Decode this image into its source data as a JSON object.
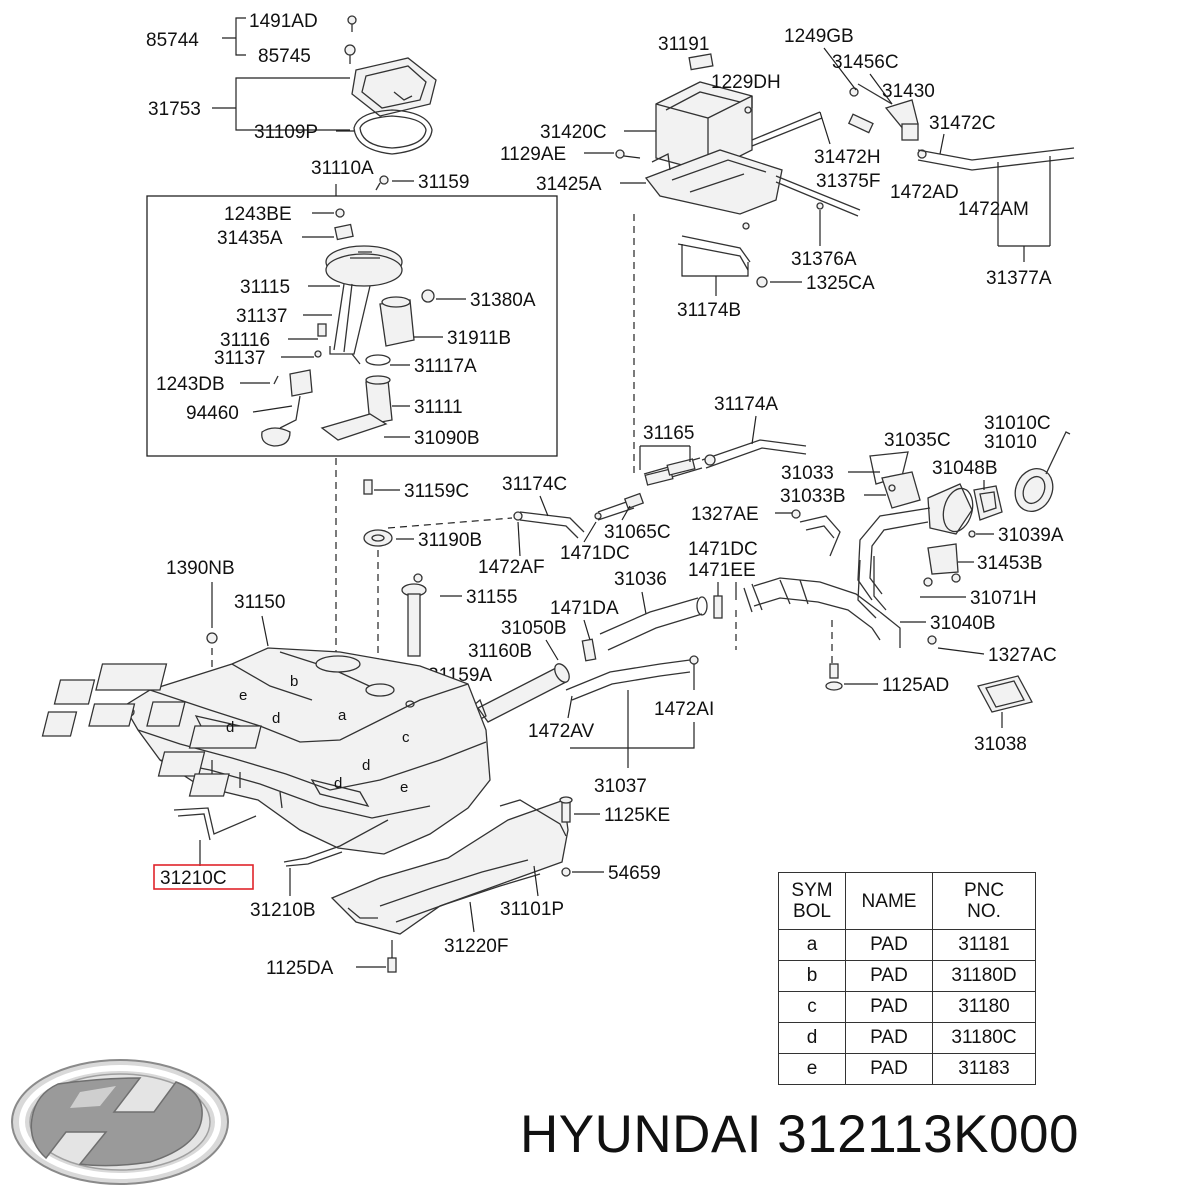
{
  "labels": {
    "l85744": "85744",
    "l1491AD": "1491AD",
    "l85745": "85745",
    "l31753": "31753",
    "l31109P": "31109P",
    "l31110A": "31110A",
    "l31159": "31159",
    "l1243BE": "1243BE",
    "l31435A": "31435A",
    "l31115": "31115",
    "l31137a": "31137",
    "l31380A": "31380A",
    "l31116": "31116",
    "l31911B": "31911B",
    "l31137b": "31137",
    "l31117A": "31117A",
    "l1243DB": "1243DB",
    "l31111": "31111",
    "l94460": "94460",
    "l31090B": "31090B",
    "l31191": "31191",
    "l1229DH": "1229DH",
    "l31420C": "31420C",
    "l1129AE": "1129AE",
    "l31425A": "31425A",
    "l1249GB": "1249GB",
    "l31456C": "31456C",
    "l31430": "31430",
    "l31472C": "31472C",
    "l31472H": "31472H",
    "l31375F": "31375F",
    "l1472AD": "1472AD",
    "l1472AM": "1472AM",
    "l31376A": "31376A",
    "l1325CA": "1325CA",
    "l31174B": "31174B",
    "l31377A": "31377A",
    "l31174A": "31174A",
    "l31165": "31165",
    "l31010C": "31010C",
    "l31035C": "31035C",
    "l31010": "31010",
    "l31033": "31033",
    "l31048B": "31048B",
    "l31033B": "31033B",
    "l1327AE": "1327AE",
    "l31039A": "31039A",
    "l31453B": "31453B",
    "l31159C": "31159C",
    "l31174C": "31174C",
    "l31065C": "31065C",
    "l31190B": "31190B",
    "l1471DC": "1471DC",
    "l1472AF": "1472AF",
    "l1471DC2": "1471DC",
    "l1471EE": "1471EE",
    "l1390NB": "1390NB",
    "l31150": "31150",
    "l31155": "31155",
    "l31036": "31036",
    "l31071H": "31071H",
    "l1471DA": "1471DA",
    "l31050B": "31050B",
    "l31040B": "31040B",
    "l31160B": "31160B",
    "l1327AC": "1327AC",
    "l31159A": "31159A",
    "l1125AD": "1125AD",
    "l1472AV": "1472AV",
    "l1472AI": "1472AI",
    "l31038": "31038",
    "l31037": "31037",
    "l1125KE": "1125KE",
    "l31210C": "31210C",
    "l54659": "54659",
    "l31210B": "31210B",
    "l31101P": "31101P",
    "l31220F": "31220F",
    "l1125DA": "1125DA"
  },
  "pad_letters": {
    "a": "a",
    "b": "b",
    "c": "c",
    "d": "d",
    "e": "e"
  },
  "table": {
    "header_sym": "SYM BOL",
    "header_name": "NAME",
    "header_pnc": "PNC NO.",
    "rows": [
      {
        "sym": "a",
        "name": "PAD",
        "pnc": "31181"
      },
      {
        "sym": "b",
        "name": "PAD",
        "pnc": "31180D"
      },
      {
        "sym": "c",
        "name": "PAD",
        "pnc": "31180"
      },
      {
        "sym": "d",
        "name": "PAD",
        "pnc": "31180C"
      },
      {
        "sym": "e",
        "name": "PAD",
        "pnc": "31183"
      }
    ]
  },
  "brand": {
    "logo": "hyundai-logo",
    "caption": "HYUNDAI 312113K000"
  },
  "highlight_color": "#e0242b"
}
